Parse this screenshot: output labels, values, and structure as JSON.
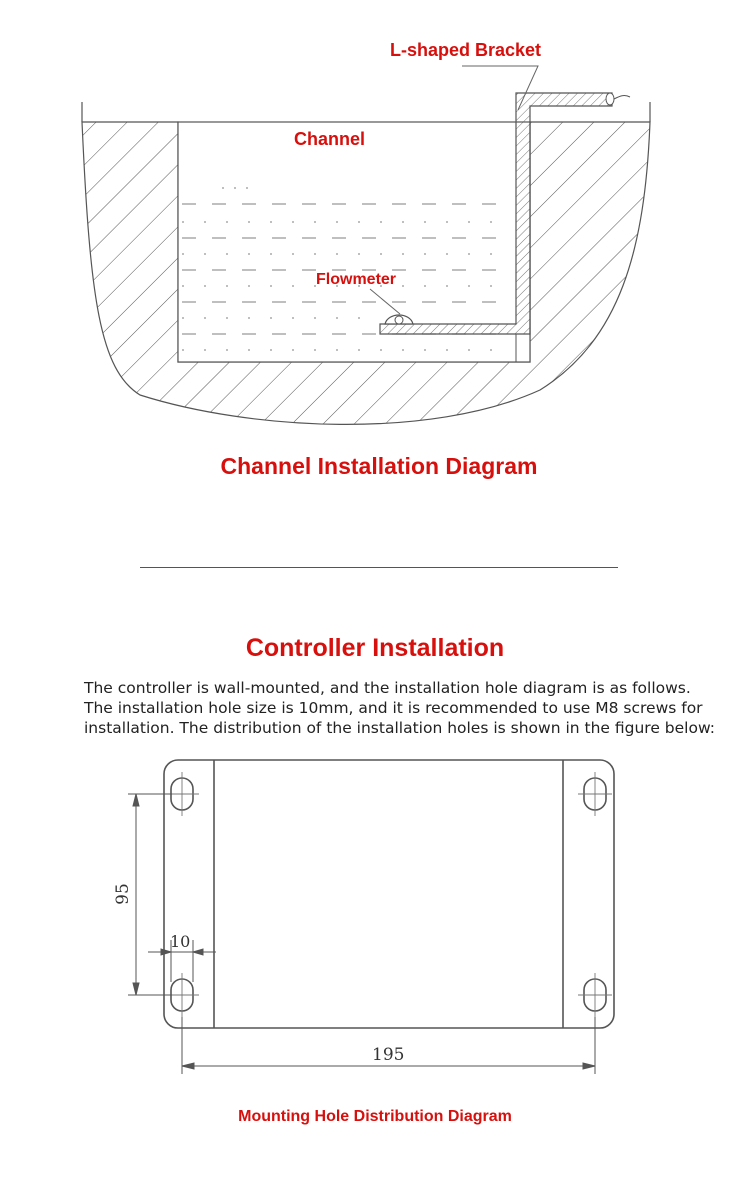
{
  "top_diagram": {
    "label_bracket": "L-shaped Bracket",
    "label_channel": "Channel",
    "label_flowmeter": "Flowmeter",
    "caption": "Channel Installation Diagram"
  },
  "controller": {
    "heading": "Controller Installation",
    "description_lines": [
      "The controller is wall-mounted, and the installation hole diagram is as follows.",
      "The installation hole size is 10mm, and it is recommended to use M8 screws for",
      "installation. The distribution of the installation holes is shown in the figure below:"
    ]
  },
  "bottom_diagram": {
    "dim_vertical": "95",
    "dim_hole": "10",
    "dim_horizontal": "195",
    "caption": "Mounting Hole Distribution Diagram"
  },
  "colors": {
    "accent": "#d7100d",
    "line": "#555555"
  }
}
